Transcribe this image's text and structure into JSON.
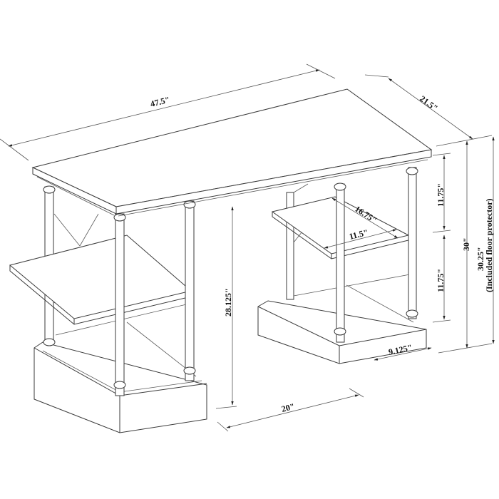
{
  "diagram": {
    "subject": "Writing desk with two open shelf pedestals",
    "dimensions": {
      "overall_width": "47.5\"",
      "overall_depth": "21.5\"",
      "height": "30\"",
      "height_with_protector": "30.25\"",
      "height_with_protector_note": "(Included floor protector)",
      "upper_shelf_gap": "11.75\"",
      "lower_shelf_gap": "11.75\"",
      "knee_clearance_height": "28.125\"",
      "knee_clearance_width": "20\"",
      "shelf_depth": "16.75\"",
      "shelf_width": "11.5\"",
      "base_width": "9.125\""
    },
    "colors": {
      "line": "#3a3a3a",
      "text": "#111111",
      "background": "#ffffff"
    }
  }
}
